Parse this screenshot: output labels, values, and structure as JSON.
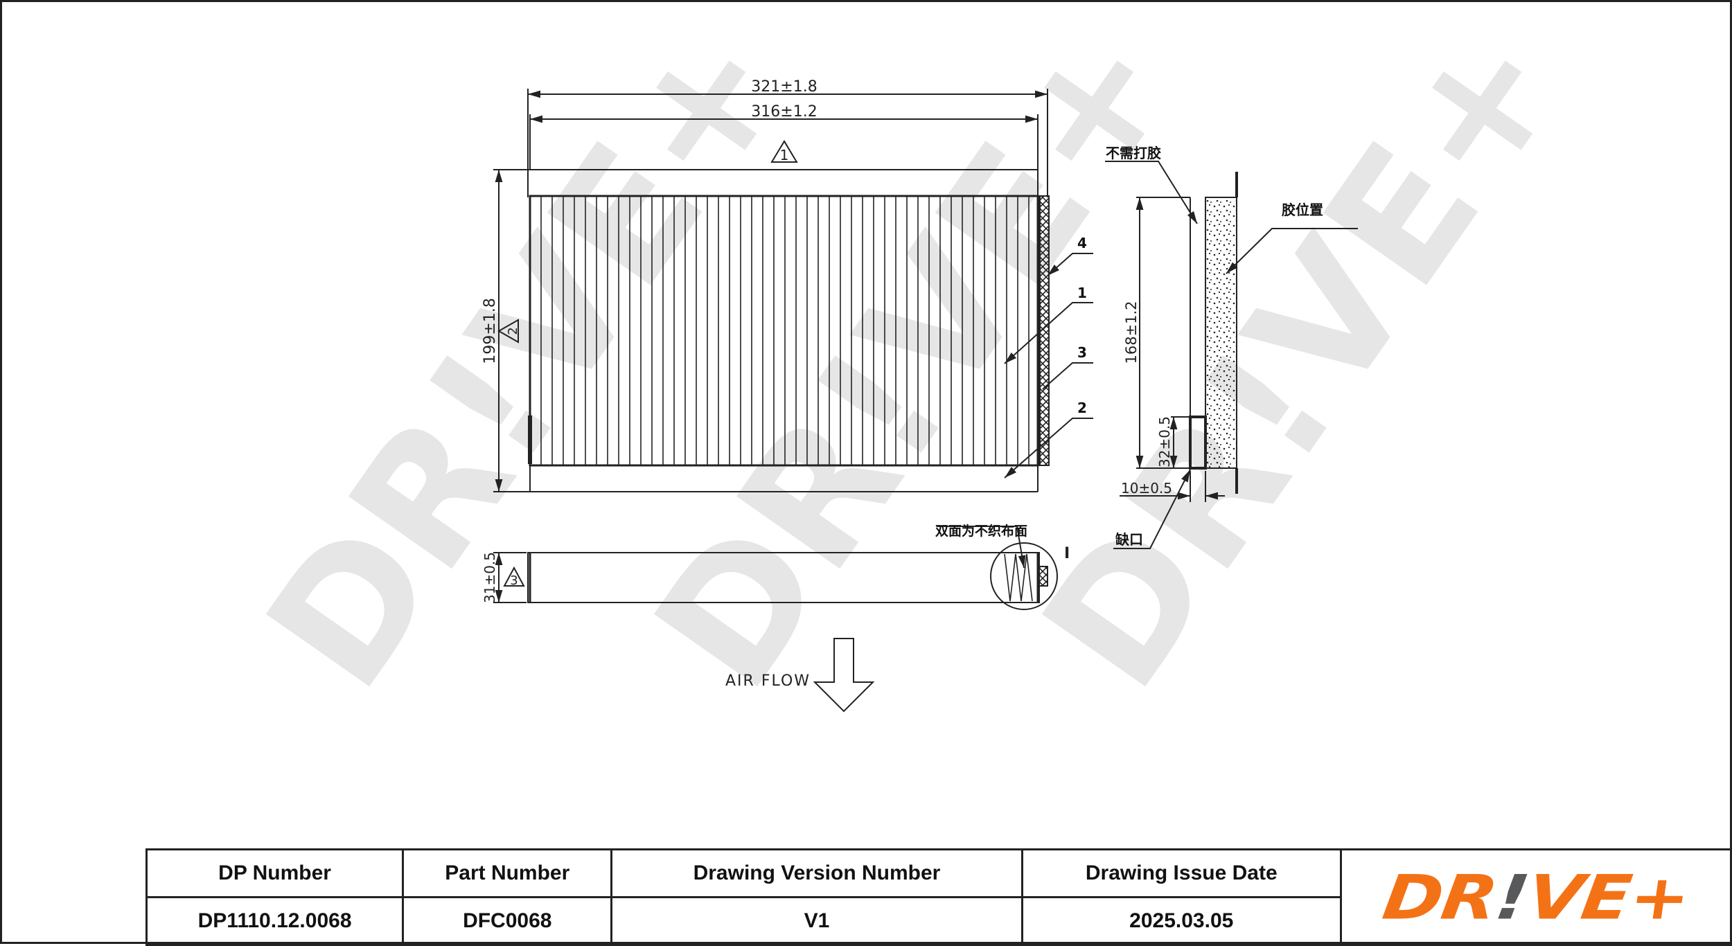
{
  "drawing": {
    "dimensions": {
      "overall_width": "321±1.8",
      "inner_width": "316±1.2",
      "height": "199±1.8",
      "thickness": "31±0.5",
      "side_height": "168±1.2",
      "notch_height": "32±0.5",
      "notch_width": "10±0.5"
    },
    "markers": {
      "marker_1": "1",
      "marker_2": "2",
      "marker_3": "3"
    },
    "callouts": [
      "4",
      "1",
      "3",
      "2"
    ],
    "detail_label": "I",
    "labels_cn": {
      "no_glue": "不需打胶",
      "glue_position": "胶位置",
      "notch": "缺口",
      "both_sides_nonwoven": "双面为不织布面"
    },
    "airflow_label": "AIR FLOW"
  },
  "watermark": {
    "text": "DR!VE+",
    "color": "#e6e6e6"
  },
  "title_block": {
    "headers": [
      "DP Number",
      "Part Number",
      "Drawing Version Number",
      "Drawing Issue Date"
    ],
    "values": [
      "DP1110.12.0068",
      "DFC0068",
      "V1",
      "2025.03.05"
    ],
    "logo": {
      "part1": "DR",
      "part2": "!",
      "part3": "VE+",
      "brand_color": "#f47216",
      "accent_color": "#58595b"
    }
  }
}
